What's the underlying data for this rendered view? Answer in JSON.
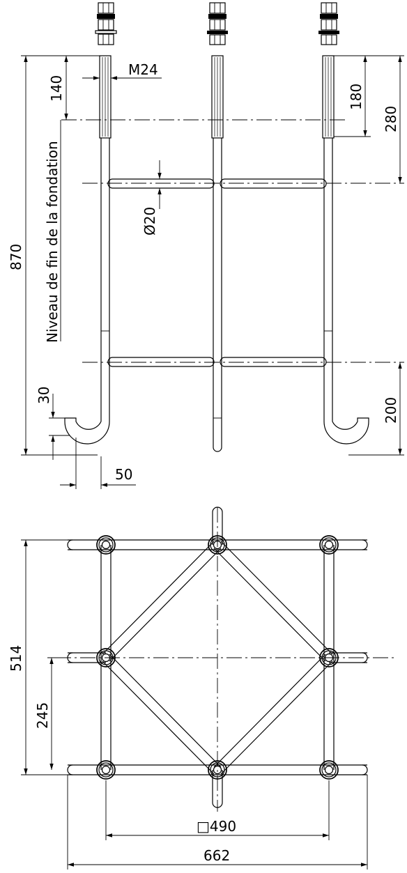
{
  "front_view": {
    "dim_thread": "M24",
    "dim_thread_length": "140",
    "dim_right_upper": "180",
    "dim_right_total_upper": "280",
    "dim_bar_diameter": "Ø20",
    "dim_total_height": "870",
    "dim_hook_height": "30",
    "dim_hook_width": "50",
    "dim_right_lower": "200",
    "foundation_level_label": "Niveau de fin de la fondation"
  },
  "top_view": {
    "dim_height": "514",
    "dim_half": "245",
    "dim_square": "□490",
    "dim_width": "662"
  }
}
